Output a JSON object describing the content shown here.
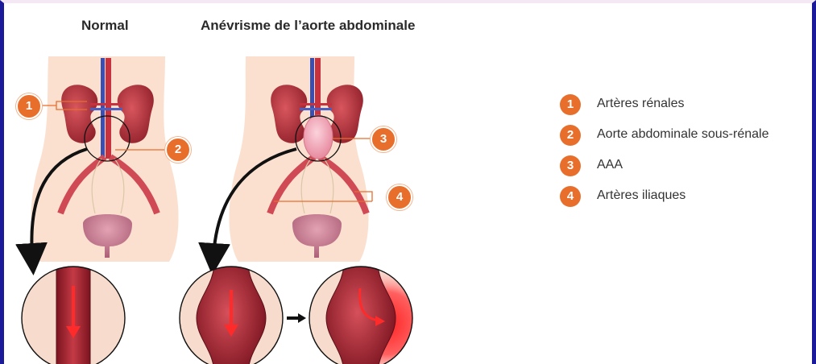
{
  "titles": {
    "normal": "Normal",
    "aneurysm": "Anévrisme de l’aorte abdominale"
  },
  "callouts": [
    "1",
    "2",
    "3",
    "4"
  ],
  "legend": [
    {
      "number": "1",
      "label": "Artères rénales"
    },
    {
      "number": "2",
      "label": "Aorte abdominale sous-rénale"
    },
    {
      "number": "3",
      "label": "AAA"
    },
    {
      "number": "4",
      "label": "Artères iliaques"
    }
  ],
  "colors": {
    "badge": "#e86e2c",
    "body": "#fadccb",
    "kidney": "#b8323c",
    "artery": "#c8323e",
    "vein": "#3a4fb0",
    "bladder": "#c97b91",
    "border": "#1a1a9a"
  }
}
